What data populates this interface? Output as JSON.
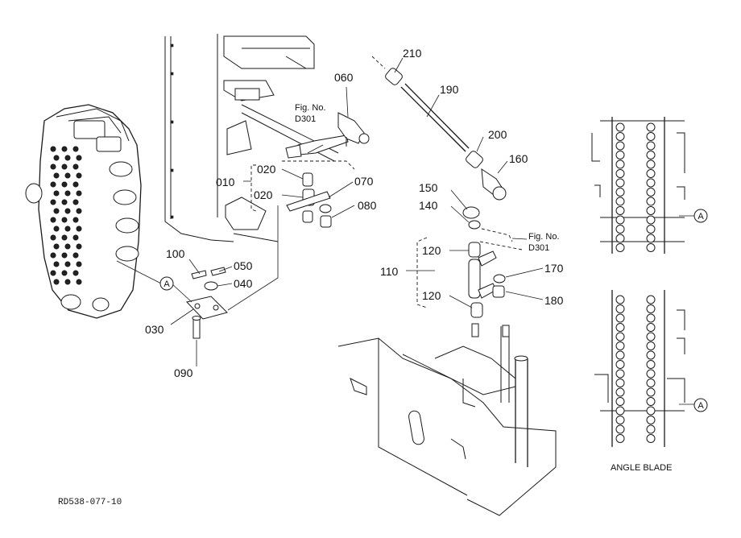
{
  "parts": {
    "p210": "210",
    "p190": "190",
    "p060": "060",
    "p200": "200",
    "p160": "160",
    "p010": "010",
    "p020a": "020",
    "p020b": "020",
    "p070": "070",
    "p080": "080",
    "p150": "150",
    "p140": "140",
    "p120a": "120",
    "p110": "110",
    "p120b": "120",
    "p170": "170",
    "p180": "180",
    "p100": "100",
    "p050": "050",
    "p040": "040",
    "p030": "030",
    "p090": "090"
  },
  "refs": {
    "fig_a_line1": "Fig. No.",
    "fig_a_line2": "D301",
    "fig_b_line1": "Fig. No.",
    "fig_b_line2": "D301"
  },
  "markers": {
    "a1": "A",
    "a2": "A",
    "a3": "A"
  },
  "captions": {
    "angle_blade": "ANGLE BLADE"
  },
  "footer": {
    "code": "RD538-077-10"
  }
}
